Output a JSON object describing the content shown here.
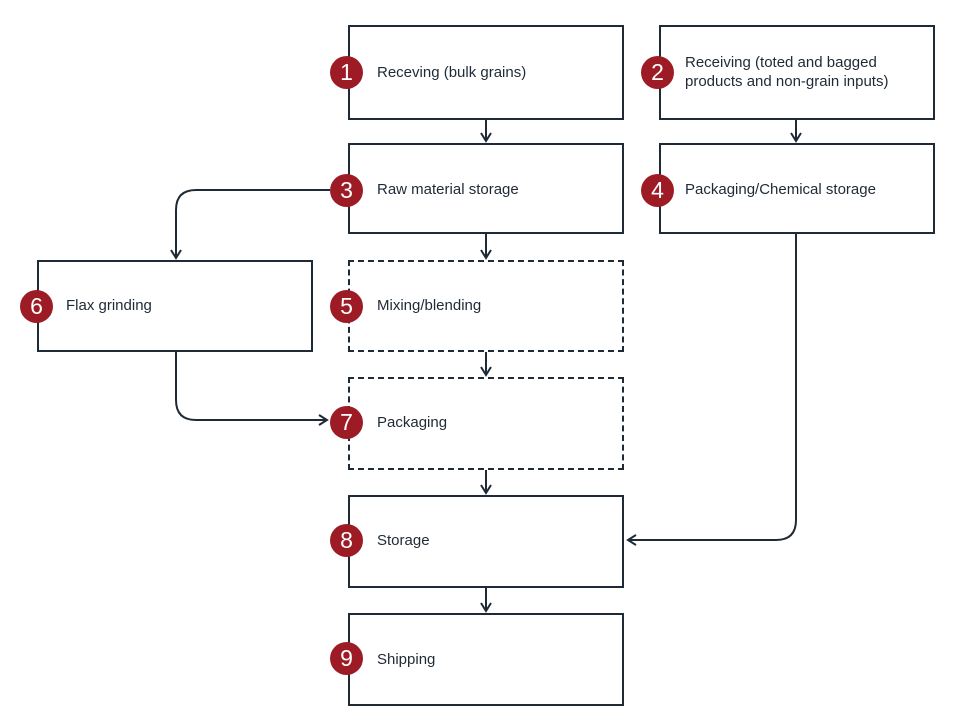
{
  "steps": [
    {
      "number": "1",
      "label": "Receving (bulk grains)",
      "style": "solid"
    },
    {
      "number": "2",
      "label": "Receiving (toted and bagged products and non-grain inputs)",
      "style": "solid"
    },
    {
      "number": "3",
      "label": "Raw material storage",
      "style": "solid"
    },
    {
      "number": "4",
      "label": "Packaging/Chemical storage",
      "style": "solid"
    },
    {
      "number": "5",
      "label": "Mixing/blending",
      "style": "dashed"
    },
    {
      "number": "6",
      "label": "Flax grinding",
      "style": "solid"
    },
    {
      "number": "7",
      "label": "Packaging",
      "style": "dashed"
    },
    {
      "number": "8",
      "label": "Storage",
      "style": "solid"
    },
    {
      "number": "9",
      "label": "Shipping",
      "style": "solid"
    }
  ],
  "connections": [
    {
      "from": "1",
      "to": "3"
    },
    {
      "from": "2",
      "to": "4"
    },
    {
      "from": "3",
      "to": "5"
    },
    {
      "from": "3",
      "to": "6"
    },
    {
      "from": "5",
      "to": "7"
    },
    {
      "from": "6",
      "to": "7"
    },
    {
      "from": "7",
      "to": "8"
    },
    {
      "from": "4",
      "to": "8"
    },
    {
      "from": "8",
      "to": "9"
    }
  ],
  "colors": {
    "badge": "#9c1b25",
    "line": "#1e2a36"
  }
}
